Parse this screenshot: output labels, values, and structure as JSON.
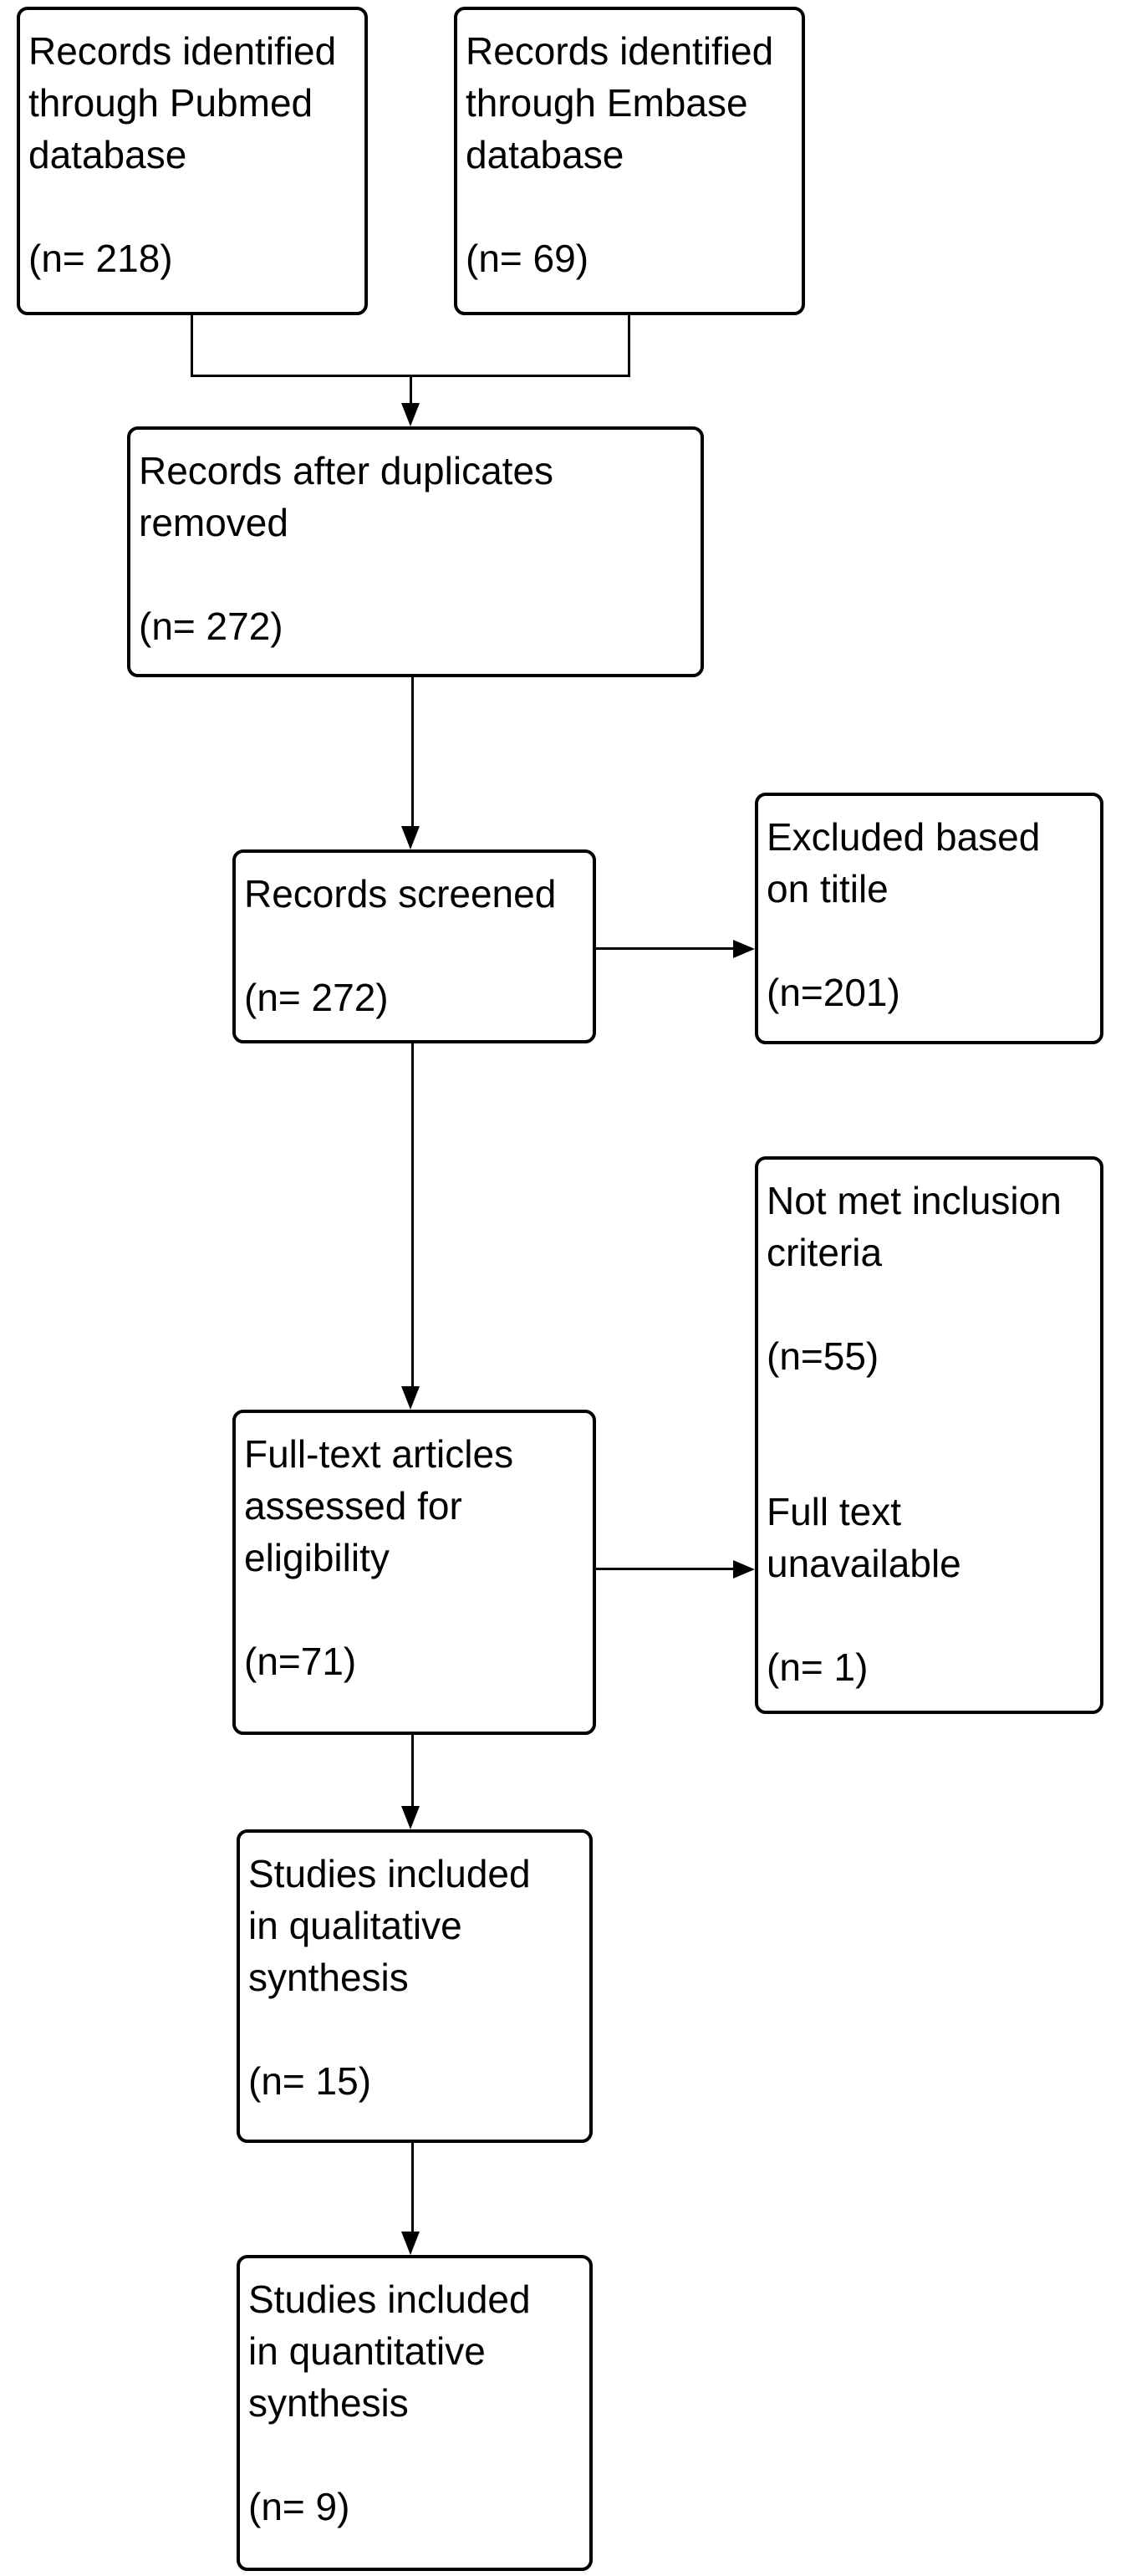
{
  "diagram": {
    "kind": "study-selection-flowchart",
    "colors": {
      "background": "#ffffff",
      "box_border": "#000000",
      "connector": "#000000",
      "text": "#000000"
    },
    "boxes": {
      "pubmed": {
        "lines": [
          "Records identified",
          "through Pubmed",
          "database",
          "",
          "(n= 218)"
        ]
      },
      "embase": {
        "lines": [
          "Records identified",
          "through Embase",
          "database",
          "",
          "(n= 69)"
        ]
      },
      "duplicates_removed": {
        "lines": [
          "Records after duplicates",
          "removed",
          "",
          "(n= 272)"
        ]
      },
      "screened": {
        "lines": [
          "Records screened",
          "",
          "(n= 272)"
        ]
      },
      "excluded_on_title": {
        "lines": [
          "Excluded based",
          "on titile",
          "",
          "(n=201)"
        ]
      },
      "fulltext_assessed": {
        "lines": [
          "Full-text articles",
          "assessed for",
          "eligibility",
          "",
          "(n=71)"
        ]
      },
      "fulltext_excluded": {
        "lines": [
          "Not met inclusion",
          "criteria",
          "",
          "(n=55)",
          "",
          "",
          "Full text",
          "unavailable",
          "",
          "(n= 1)"
        ]
      },
      "qualitative_synthesis": {
        "lines": [
          "Studies included",
          "in qualitative",
          "synthesis",
          "",
          "(n= 15)"
        ]
      },
      "quantitative_synthesis": {
        "lines": [
          "Studies included",
          "in quantitative",
          "synthesis",
          "",
          "(n= 9)"
        ]
      }
    }
  }
}
